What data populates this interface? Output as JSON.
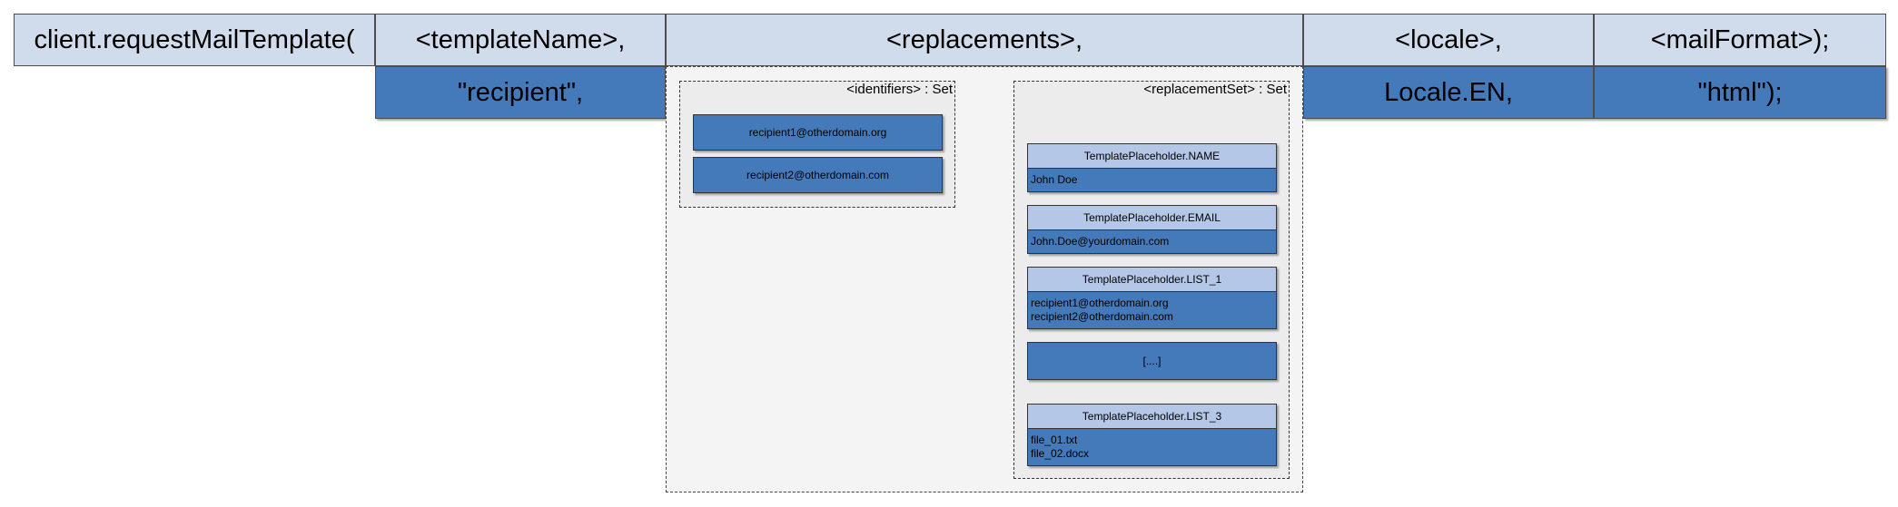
{
  "header": {
    "call": "client.requestMailTemplate(",
    "template_name": "<templateName>,",
    "replacements": "<replacements>,",
    "locale": "<locale>,",
    "mail_format": "<mailFormat>);"
  },
  "values": {
    "template_name": "\"recipient\",",
    "locale": "Locale.EN,",
    "mail_format": "\"html\");"
  },
  "identifiers": {
    "label": "<identifiers> : Set",
    "items": [
      "recipient1@otherdomain.org",
      "recipient2@otherdomain.com"
    ]
  },
  "replacement_set": {
    "label": "<replacementSet> : Set",
    "items": [
      {
        "key": "TemplatePlaceholder.NAME",
        "lines": [
          "John Doe"
        ]
      },
      {
        "key": "TemplatePlaceholder.EMAIL",
        "lines": [
          "John.Doe@yourdomain.com"
        ]
      },
      {
        "key": "TemplatePlaceholder.LIST_1",
        "lines": [
          "recipient1@otherdomain.org",
          "recipient2@otherdomain.com"
        ]
      },
      {
        "key": "",
        "lines": [
          "[....]"
        ]
      },
      {
        "key": "TemplatePlaceholder.LIST_3",
        "lines": [
          "file_01.txt",
          "file_02.docx"
        ]
      }
    ]
  },
  "colors": {
    "header_fill": "#d0dceb",
    "value_fill": "#4479ba",
    "key_fill": "#b4c7e7",
    "panel_fill": "#f4f4f4"
  }
}
